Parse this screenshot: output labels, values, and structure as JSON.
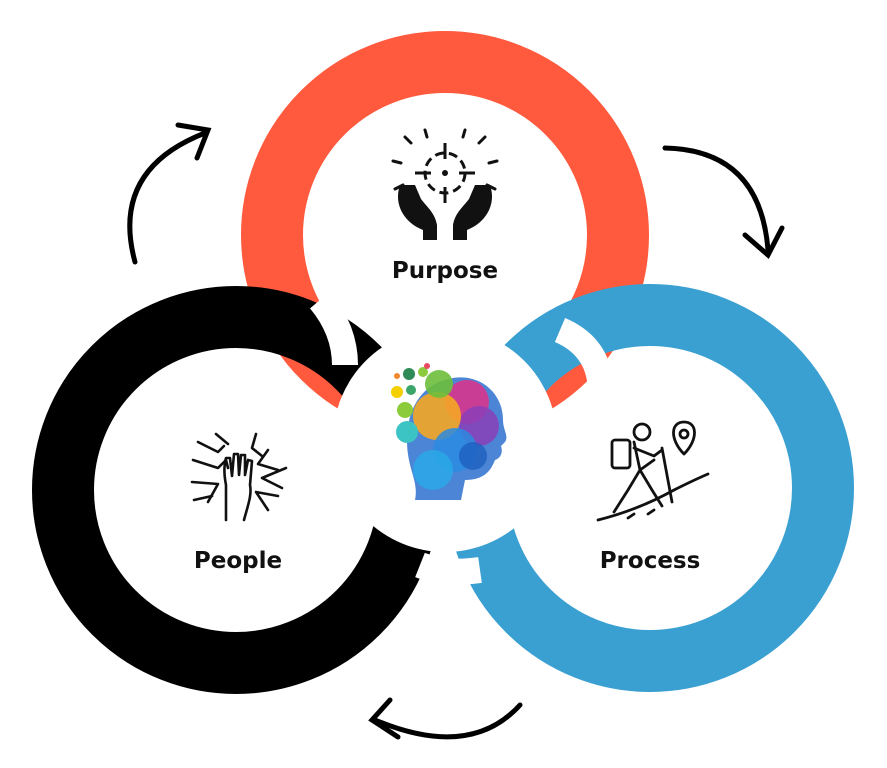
{
  "nodes": [
    {
      "id": "purpose",
      "label": "Purpose",
      "icon": "hands-target-icon",
      "ring_color": "#FF5A3D"
    },
    {
      "id": "people",
      "label": "People",
      "icon": "stacked-hands-icon",
      "ring_color": "#000000"
    },
    {
      "id": "process",
      "label": "Process",
      "icon": "hiker-map-pin-icon",
      "ring_color": "#3A9FD1"
    }
  ],
  "center": {
    "icon": "colorful-head-icon"
  },
  "cycle_arrows": [
    {
      "from": "people",
      "to": "purpose",
      "icon": "curved-arrow-icon"
    },
    {
      "from": "purpose",
      "to": "process",
      "icon": "curved-arrow-icon"
    },
    {
      "from": "process",
      "to": "people",
      "icon": "curved-arrow-icon"
    }
  ]
}
